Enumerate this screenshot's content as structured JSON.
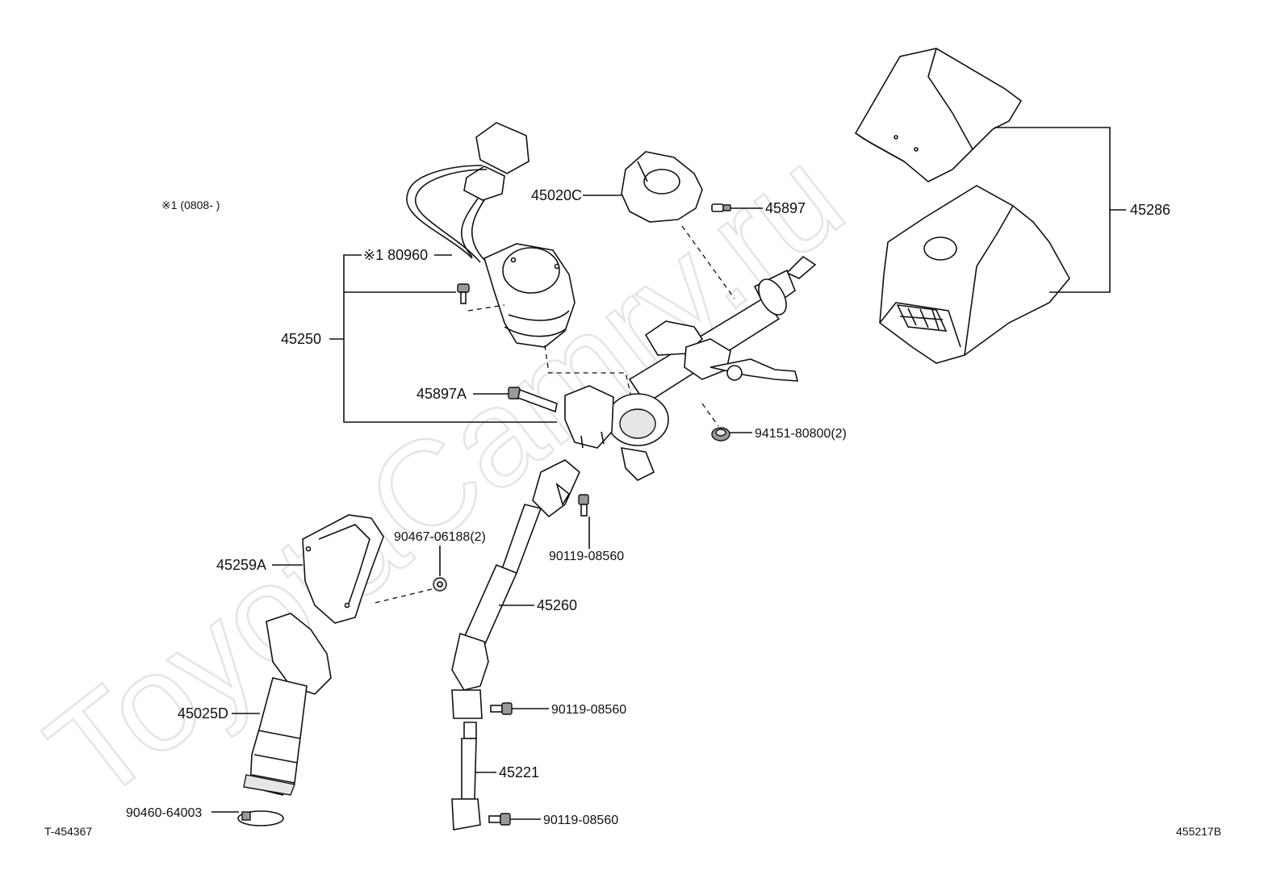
{
  "note": "※1 (0808-    )",
  "watermark": "ToyotaCamry.ru",
  "image_codes": {
    "left": "T-454367",
    "right": "455217B"
  },
  "labels": {
    "p45020C": "45020C",
    "p45897": "45897",
    "p45286": "45286",
    "p80960": "※1 80960",
    "p45250": "45250",
    "p45897A": "45897A",
    "p94151": "94151-80800(2)",
    "p90467": "90467-06188(2)",
    "p90119a": "90119-08560",
    "p45259A": "45259A",
    "p45260": "45260",
    "p90119b": "90119-08560",
    "p45025D": "45025D",
    "p45221": "45221",
    "p90460": "90460-64003",
    "p90119c": "90119-08560"
  }
}
